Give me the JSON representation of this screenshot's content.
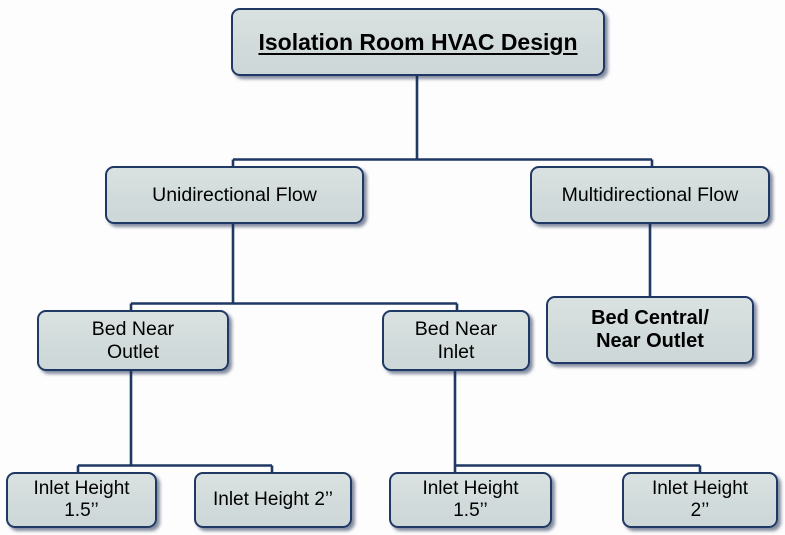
{
  "diagram": {
    "title": "Isolation Room HVAC Design",
    "type": "hierarchical-tree-flowchart",
    "colors": {
      "box_fill": "#d3dcdc",
      "box_border": "#1f3864",
      "text": "#000000",
      "connector": "#1f3864",
      "background": "#fdfdfd"
    },
    "nodes": {
      "root": {
        "label": "Isolation Room HVAC Design",
        "level": 1
      },
      "unidirectional": {
        "label": "Unidirectional Flow",
        "level": 2
      },
      "multidirectional": {
        "label": "Multidirectional Flow",
        "level": 2
      },
      "bed_near_outlet": {
        "label": "Bed Near\nOutlet",
        "level": 3
      },
      "bed_near_inlet": {
        "label": "Bed Near\nInlet",
        "level": 3
      },
      "bed_central_near_outlet": {
        "label": "Bed Central/\nNear Outlet",
        "level": 3
      },
      "inlet_height_15_left": {
        "label": "Inlet Height\n1.5’’",
        "level": 4
      },
      "inlet_height_2_left": {
        "label": "Inlet Height 2’’",
        "level": 4
      },
      "inlet_height_15_right": {
        "label": "Inlet Height\n1.5’’",
        "level": 4
      },
      "inlet_height_2_right": {
        "label": "Inlet Height\n2’’",
        "level": 4
      }
    }
  }
}
